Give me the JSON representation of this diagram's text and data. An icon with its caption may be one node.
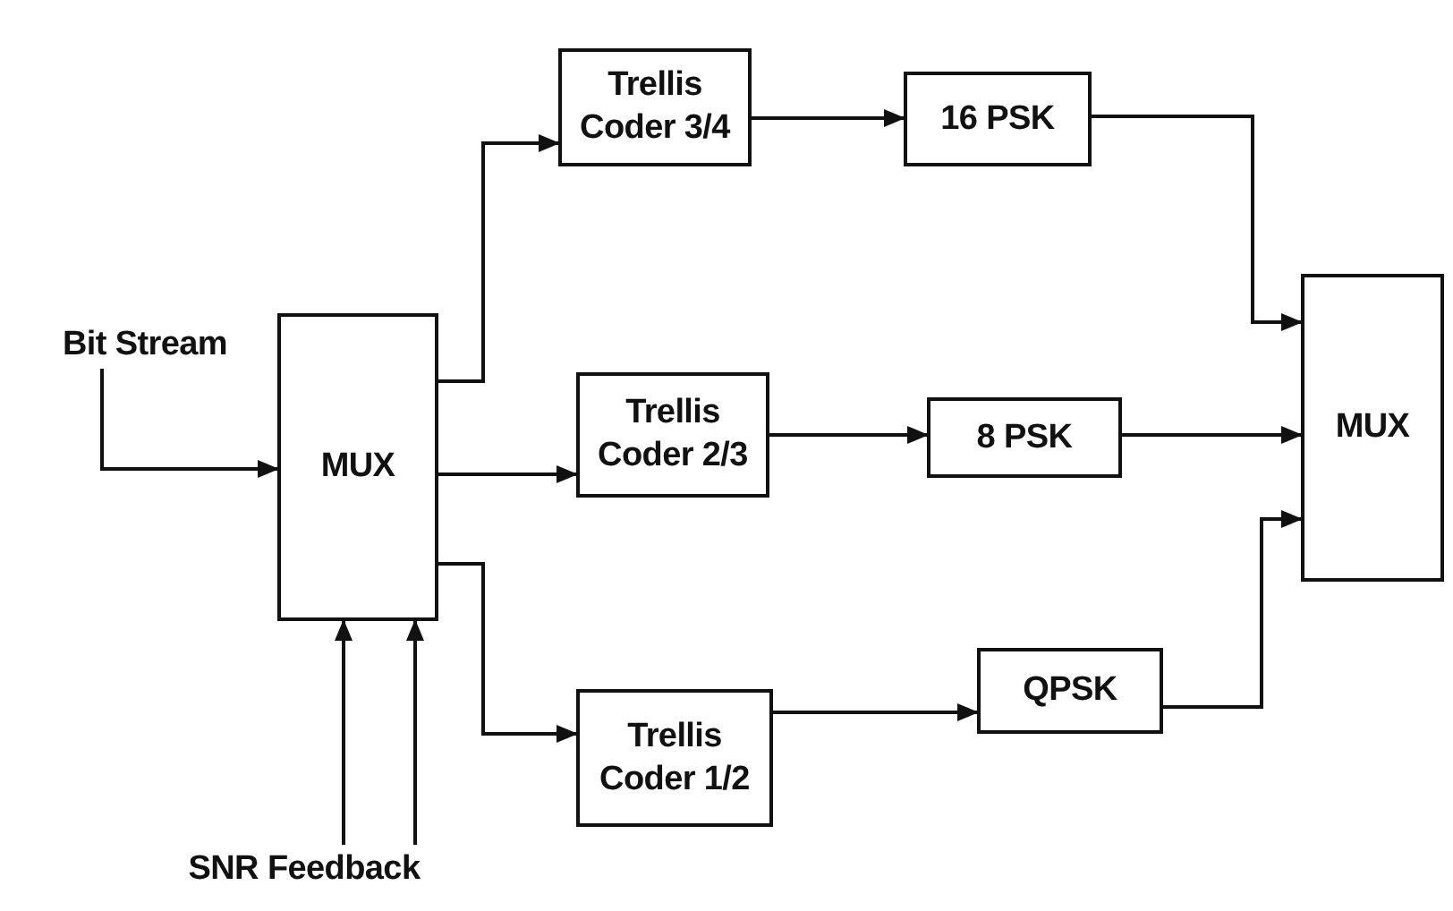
{
  "diagram": {
    "nodes": [
      {
        "text": [
          "Bit Stream"
        ]
      },
      {
        "text": [
          "MUX"
        ]
      },
      {
        "text": [
          "Trellis Coder 3/4"
        ]
      },
      {
        "text": [
          "16 PSK"
        ]
      },
      {
        "text": [
          "Trellis Coder 2/3"
        ]
      },
      {
        "text": [
          "8 PSK"
        ]
      },
      {
        "text": [
          "Trellis Coder 1/2"
        ]
      },
      {
        "text": [
          "QPSK"
        ]
      },
      {
        "text": [
          "MUX"
        ]
      },
      {
        "text": [
          "SNR Feedback"
        ]
      }
    ],
    "edges": [
      {
        "from": 0,
        "to": 1,
        "arrow": "to"
      },
      {
        "from": 1,
        "to": 2,
        "arrow": "to"
      },
      {
        "from": 1,
        "to": 4,
        "arrow": "to"
      },
      {
        "from": 1,
        "to": 6,
        "arrow": "to"
      },
      {
        "from": 2,
        "to": 3,
        "arrow": "to"
      },
      {
        "from": 4,
        "to": 5,
        "arrow": "to"
      },
      {
        "from": 6,
        "to": 7,
        "arrow": "to"
      },
      {
        "from": 3,
        "to": 8,
        "arrow": "to"
      },
      {
        "from": 5,
        "to": 8,
        "arrow": "to"
      },
      {
        "from": 7,
        "to": 8,
        "arrow": "to"
      },
      {
        "from": 9,
        "to": 1,
        "arrow": "to"
      },
      {
        "from": 9,
        "to": 1,
        "arrow": "to"
      }
    ]
  }
}
